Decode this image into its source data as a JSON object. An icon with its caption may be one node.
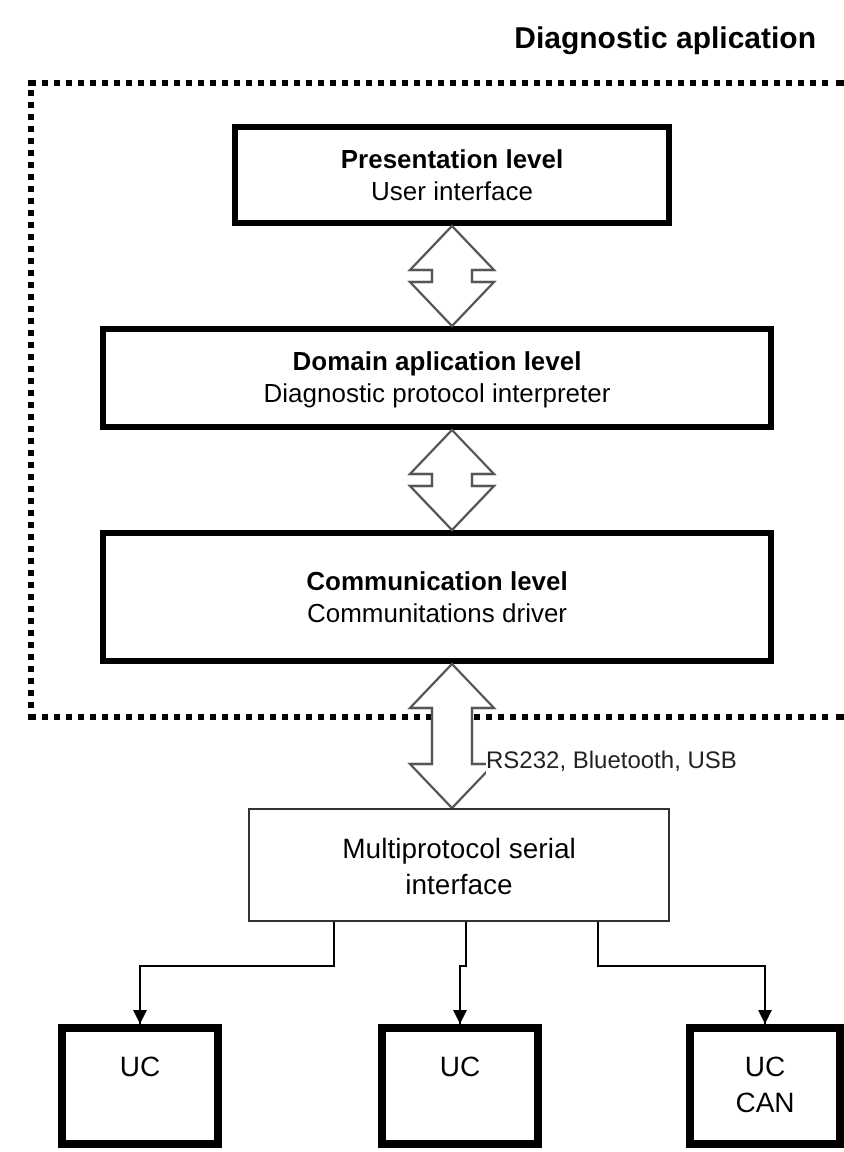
{
  "diagram": {
    "nodes": [
      {
        "text": [
          "Diagnostic aplication"
        ]
      },
      {
        "text": [
          "Presentation level",
          "User interface"
        ],
        "in": 0
      },
      {
        "text": [
          "Domain aplication level",
          "Diagnostic protocol interpreter"
        ],
        "in": 0
      },
      {
        "text": [
          "Communication level",
          "Communitations driver"
        ],
        "in": 0
      },
      {
        "text": [
          "Multiprotocol serial interface"
        ]
      },
      {
        "text": [
          "UC"
        ]
      },
      {
        "text": [
          "UC"
        ]
      },
      {
        "text": [
          "UC CAN"
        ]
      }
    ],
    "edges": [
      {
        "from": 1,
        "to": 2,
        "arrow": "both"
      },
      {
        "from": 2,
        "to": 3,
        "arrow": "both"
      },
      {
        "from": 3,
        "to": 4,
        "arrow": "both",
        "label": "RS232, Bluetooth, USB"
      },
      {
        "from": 4,
        "to": 5,
        "arrow": "to"
      },
      {
        "from": 4,
        "to": 6,
        "arrow": "to"
      },
      {
        "from": 4,
        "to": 7,
        "arrow": "to"
      }
    ]
  }
}
